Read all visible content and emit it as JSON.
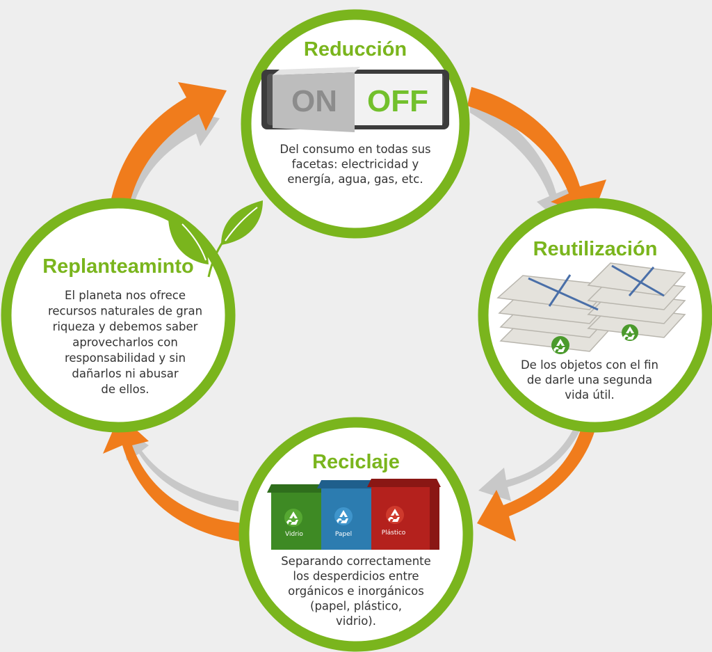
{
  "colors": {
    "ring": "#7ab51d",
    "title": "#7ab51d",
    "arrow": "#f07c1c",
    "arrow_shadow": "#c8c8c8",
    "background": "#eeeeee",
    "body_text": "#333333",
    "leaf": "#7ab51d",
    "bin_green": "#3e8a24",
    "bin_blue": "#2c7cb0",
    "bin_red": "#b4211d"
  },
  "nodes": [
    {
      "id": "reduccion",
      "title": "Reducción",
      "illustration": "on-off-switch-icon",
      "lines": [
        "Del consumo en todas sus",
        "facetas: electricidad y",
        "energía, agua, gas, etc."
      ]
    },
    {
      "id": "reutilizacion",
      "title": "Reutilización",
      "illustration": "stacked-bags-icon",
      "lines": [
        "De los objetos con el fin",
        "de darle una segunda",
        "vida útil."
      ]
    },
    {
      "id": "reciclaje",
      "title": "Reciclaje",
      "illustration": "recycling-bins-icon",
      "lines": [
        "Separando correctamente",
        "los desperdicios entre",
        "orgánicos e inorgánicos",
        "(papel, plástico,",
        "vidrio)."
      ]
    },
    {
      "id": "replanteamiento",
      "title": "Replanteaminto",
      "illustration": "leaf-icon",
      "lines": [
        "El planeta nos ofrece",
        "recursos naturales de gran",
        "riqueza y debemos saber",
        "aprovecharlos con",
        "responsabilidad y sin",
        "dañarlos ni abusar",
        "de ellos."
      ]
    }
  ],
  "switch": {
    "on_label": "ON",
    "off_label": "OFF"
  },
  "bins": [
    {
      "label": "Vidrio",
      "icon": "recycle-icon"
    },
    {
      "label": "Papel",
      "icon": "recycle-icon"
    },
    {
      "label": "Plástico",
      "icon": "recycle-icon"
    }
  ],
  "edges": [
    {
      "from": "reduccion",
      "to": "reutilizacion"
    },
    {
      "from": "reutilizacion",
      "to": "reciclaje"
    },
    {
      "from": "reciclaje",
      "to": "replanteamiento"
    },
    {
      "from": "replanteamiento",
      "to": "reduccion"
    }
  ]
}
